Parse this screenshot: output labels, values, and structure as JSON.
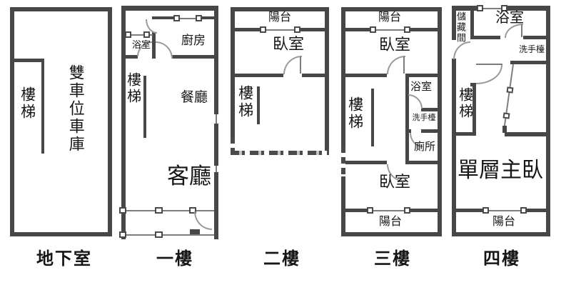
{
  "colors": {
    "wall": "#474747",
    "thin_line": "#7d7d7d",
    "door_arc": "#9a9a9a",
    "text": "#161616",
    "background": "#ffffff"
  },
  "floors": [
    {
      "name": "basement",
      "caption": "地下室",
      "rooms": {
        "stairs": "樓梯",
        "garage": "雙車位車庫"
      }
    },
    {
      "name": "first-floor",
      "caption": "一樓",
      "rooms": {
        "bathroom": "浴室",
        "kitchen": "廚房",
        "stairs": "樓梯",
        "dining": "餐廳",
        "living": "客廳"
      }
    },
    {
      "name": "second-floor",
      "caption": "二樓",
      "rooms": {
        "balcony": "陽台",
        "bedroom": "臥室",
        "stairs": "樓梯"
      }
    },
    {
      "name": "third-floor",
      "caption": "三樓",
      "rooms": {
        "balcony_top": "陽台",
        "bedroom_top": "臥室",
        "stairs": "樓梯",
        "bathroom": "浴室",
        "washbasin": "洗手檯",
        "toilet": "廁所",
        "bedroom_bottom": "臥室",
        "balcony_bottom": "陽台"
      }
    },
    {
      "name": "fourth-floor",
      "caption": "四樓",
      "rooms": {
        "storage": "儲藏間",
        "bathroom": "浴室",
        "washbasin": "洗手檯",
        "stairs": "樓梯",
        "master_bedroom": "單層主臥",
        "balcony": "陽台"
      }
    }
  ]
}
